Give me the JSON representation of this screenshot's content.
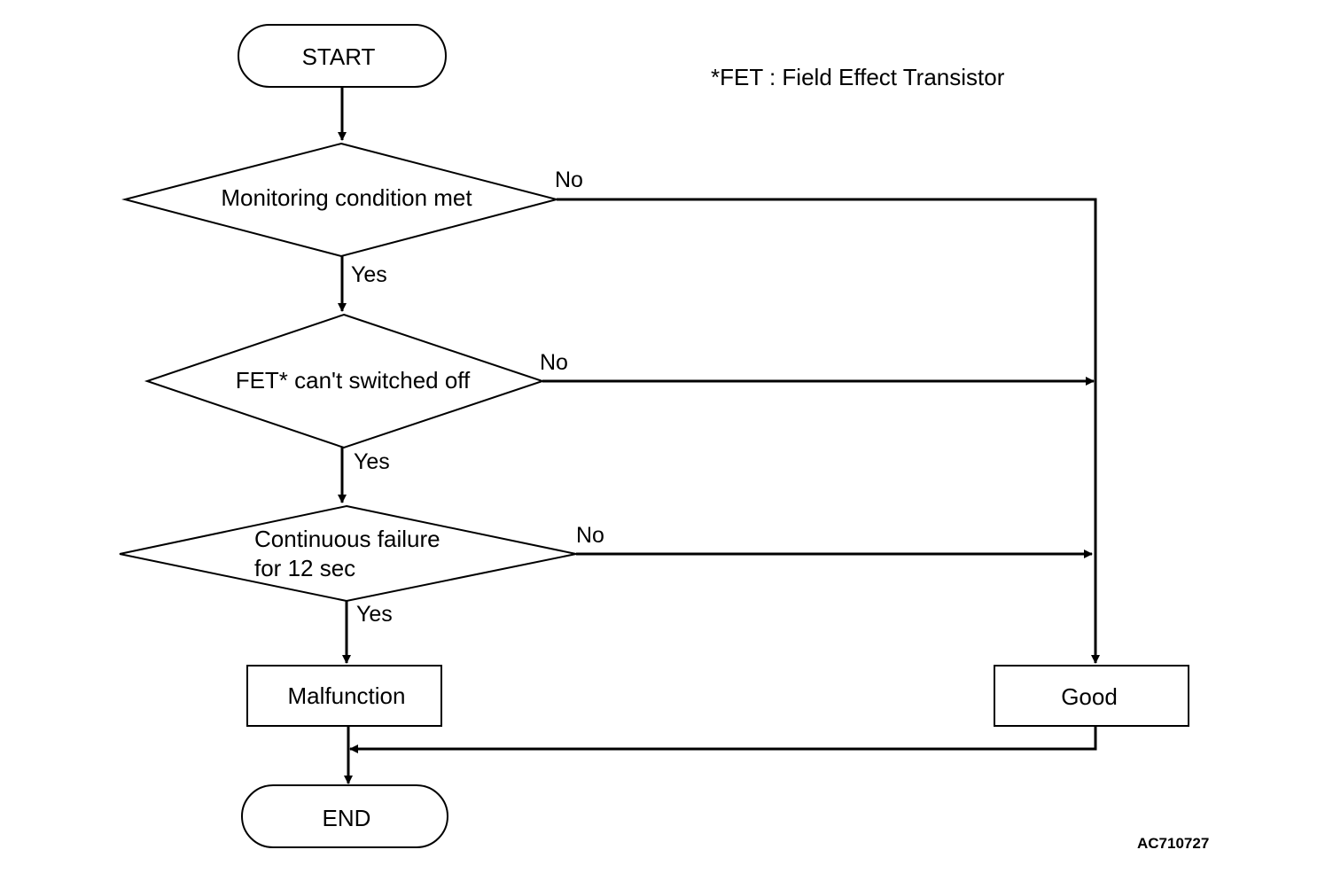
{
  "note": "*FET : Field Effect Transistor",
  "figure_id": "AC710727",
  "nodes": {
    "start": "START",
    "monitoring": "Monitoring condition met",
    "fet": "FET* can't switched off",
    "continuous_line1": "Continuous failure",
    "continuous_line2": "for 12 sec",
    "malfunction": "Malfunction",
    "good": "Good",
    "end": "END"
  },
  "edge_labels": {
    "monitoring_yes": "Yes",
    "monitoring_no": "No",
    "fet_yes": "Yes",
    "fet_no": "No",
    "continuous_yes": "Yes",
    "continuous_no": "No"
  }
}
